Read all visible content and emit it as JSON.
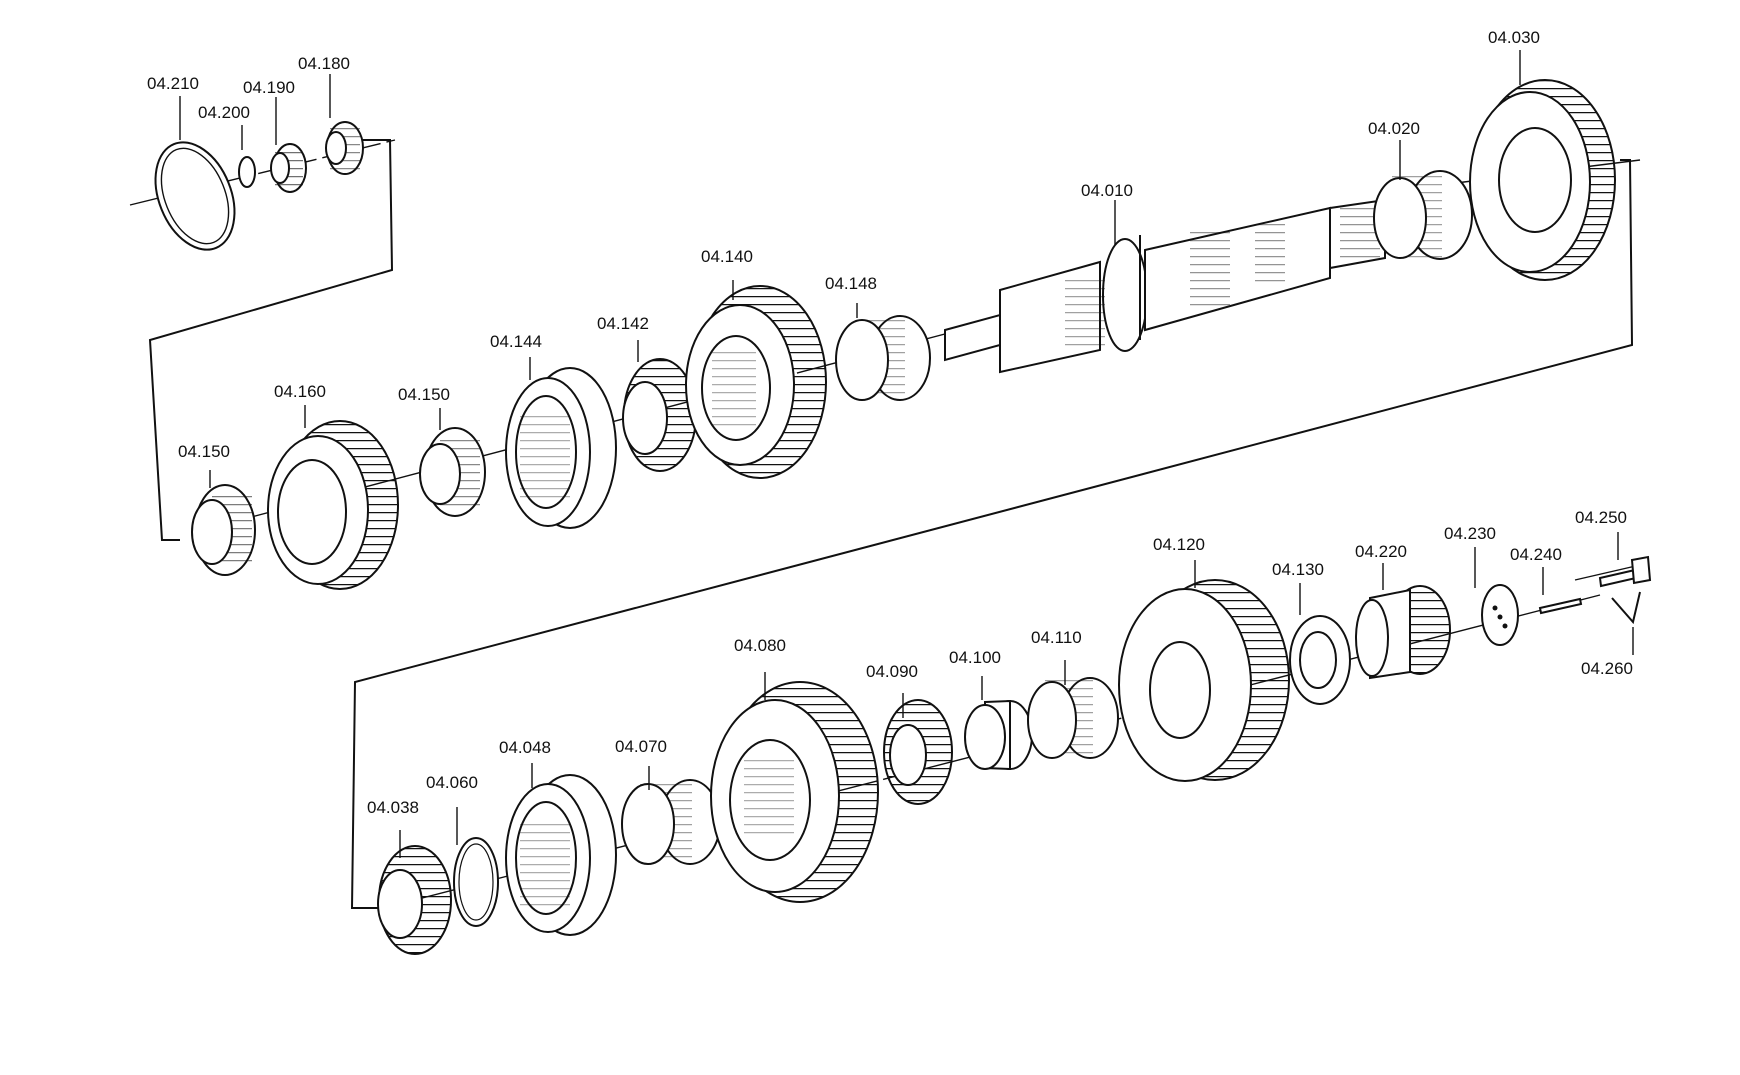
{
  "callouts": {
    "p04_010": "04.010",
    "p04_020": "04.020",
    "p04_030": "04.030",
    "p04_038": "04.038",
    "p04_048": "04.048",
    "p04_060": "04.060",
    "p04_070": "04.070",
    "p04_080": "04.080",
    "p04_090": "04.090",
    "p04_100": "04.100",
    "p04_110": "04.110",
    "p04_120": "04.120",
    "p04_130": "04.130",
    "p04_140": "04.140",
    "p04_142": "04.142",
    "p04_144": "04.144",
    "p04_148": "04.148",
    "p04_150a": "04.150",
    "p04_150b": "04.150",
    "p04_160": "04.160",
    "p04_180": "04.180",
    "p04_190": "04.190",
    "p04_200": "04.200",
    "p04_210": "04.210",
    "p04_220": "04.220",
    "p04_230": "04.230",
    "p04_240": "04.240",
    "p04_250": "04.250",
    "p04_260": "04.260"
  }
}
